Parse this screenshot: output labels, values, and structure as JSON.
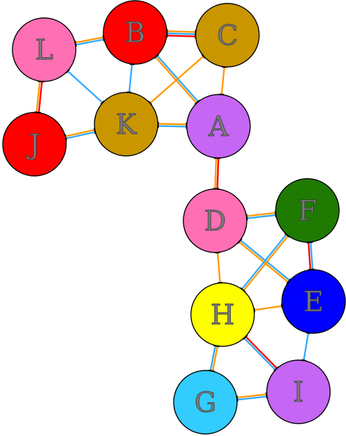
{
  "diagram": {
    "nodes": [
      {
        "id": "A",
        "label": "A",
        "color": "#c566f5"
      },
      {
        "id": "B",
        "label": "B",
        "color": "#ff0000"
      },
      {
        "id": "C",
        "label": "C",
        "color": "#c99600"
      },
      {
        "id": "D",
        "label": "D",
        "color": "#ff6fb4"
      },
      {
        "id": "E",
        "label": "E",
        "color": "#0000ff"
      },
      {
        "id": "F",
        "label": "F",
        "color": "#1e7a00"
      },
      {
        "id": "G",
        "label": "G",
        "color": "#33ccff"
      },
      {
        "id": "H",
        "label": "H",
        "color": "#ffff00"
      },
      {
        "id": "I",
        "label": "I",
        "color": "#c566f5"
      },
      {
        "id": "J",
        "label": "J",
        "color": "#ff0000"
      },
      {
        "id": "K",
        "label": "K",
        "color": "#c99600"
      },
      {
        "id": "L",
        "label": "L",
        "color": "#ff6fb4"
      }
    ],
    "edges": [
      {
        "from": "L",
        "to": "B",
        "colors": [
          "#ff9900",
          "#33aaff"
        ]
      },
      {
        "from": "B",
        "to": "C",
        "colors": [
          "#ff9900",
          "#33aaff",
          "#ff0000"
        ]
      },
      {
        "from": "L",
        "to": "J",
        "colors": [
          "#ff0000",
          "#ff9900"
        ]
      },
      {
        "from": "L",
        "to": "K",
        "colors": [
          "#33aaff"
        ]
      },
      {
        "from": "B",
        "to": "K",
        "colors": [
          "#33aaff"
        ]
      },
      {
        "from": "B",
        "to": "A",
        "colors": [
          "#33aaff",
          "#ff9900"
        ]
      },
      {
        "from": "C",
        "to": "K",
        "colors": [
          "#ff9900"
        ]
      },
      {
        "from": "C",
        "to": "A",
        "colors": [
          "#ff9900"
        ]
      },
      {
        "from": "J",
        "to": "K",
        "colors": [
          "#ff9900",
          "#33aaff"
        ]
      },
      {
        "from": "K",
        "to": "A",
        "colors": [
          "#ff9900",
          "#33aaff"
        ]
      },
      {
        "from": "A",
        "to": "D",
        "colors": [
          "#ff0000",
          "#ff9900"
        ]
      },
      {
        "from": "D",
        "to": "F",
        "colors": [
          "#ff9900",
          "#33aaff"
        ]
      },
      {
        "from": "D",
        "to": "E",
        "colors": [
          "#33aaff",
          "#ff9900"
        ]
      },
      {
        "from": "D",
        "to": "H",
        "colors": [
          "#ff9900"
        ]
      },
      {
        "from": "F",
        "to": "H",
        "colors": [
          "#ff9900",
          "#33aaff"
        ]
      },
      {
        "from": "F",
        "to": "E",
        "colors": [
          "#33aaff",
          "#ff0000"
        ]
      },
      {
        "from": "H",
        "to": "E",
        "colors": [
          "#ff9900"
        ]
      },
      {
        "from": "H",
        "to": "I",
        "colors": [
          "#ff0000",
          "#33aaff"
        ]
      },
      {
        "from": "H",
        "to": "G",
        "colors": [
          "#ff9900",
          "#33aaff"
        ]
      },
      {
        "from": "E",
        "to": "I",
        "colors": [
          "#33aaff"
        ]
      },
      {
        "from": "G",
        "to": "I",
        "colors": [
          "#ff9900",
          "#33aaff"
        ]
      }
    ]
  }
}
